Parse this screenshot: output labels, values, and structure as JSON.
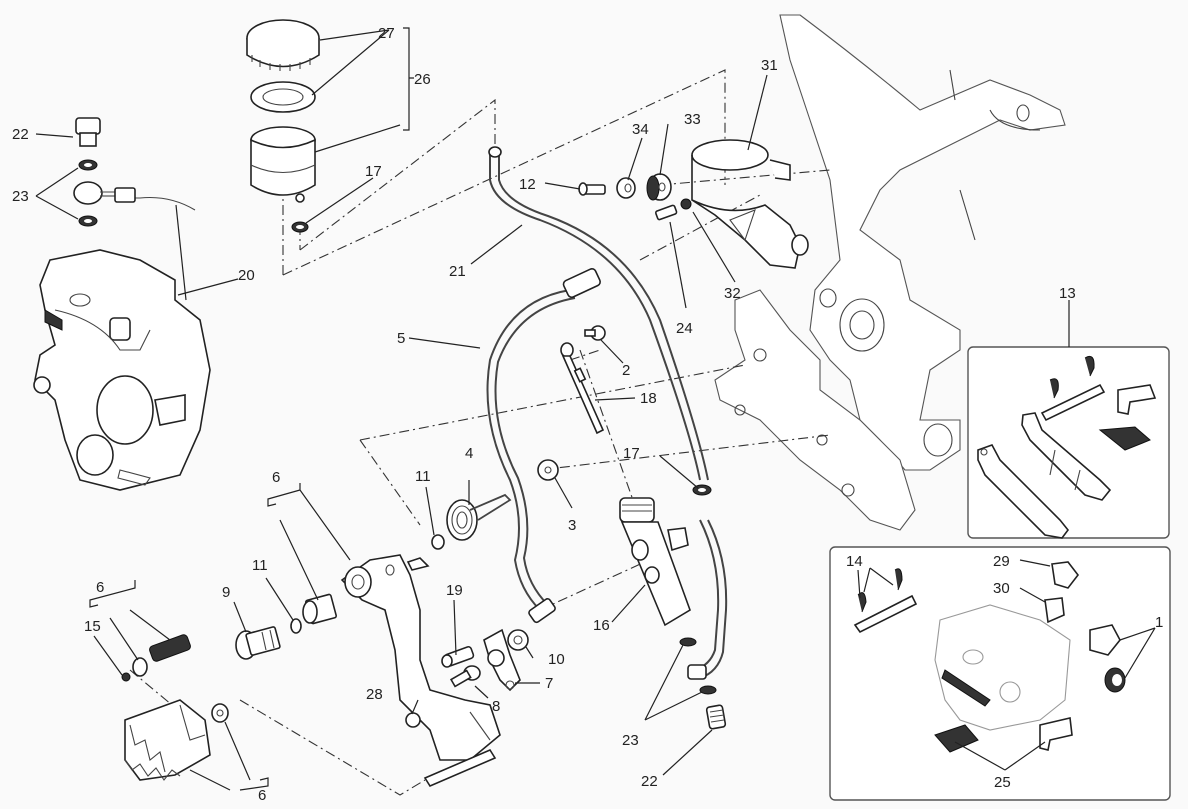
{
  "diagram": {
    "type": "exploded-parts-view",
    "callouts": [
      {
        "id": "c1",
        "number": "1"
      },
      {
        "id": "c2",
        "number": "2"
      },
      {
        "id": "c3",
        "number": "3"
      },
      {
        "id": "c4",
        "number": "4"
      },
      {
        "id": "c5",
        "number": "5"
      },
      {
        "id": "c6a",
        "number": "6"
      },
      {
        "id": "c6b",
        "number": "6"
      },
      {
        "id": "c6c",
        "number": "6"
      },
      {
        "id": "c7",
        "number": "7"
      },
      {
        "id": "c8",
        "number": "8"
      },
      {
        "id": "c9",
        "number": "9"
      },
      {
        "id": "c10",
        "number": "10"
      },
      {
        "id": "c11a",
        "number": "11"
      },
      {
        "id": "c11b",
        "number": "11"
      },
      {
        "id": "c12",
        "number": "12"
      },
      {
        "id": "c13",
        "number": "13"
      },
      {
        "id": "c14",
        "number": "14"
      },
      {
        "id": "c15",
        "number": "15"
      },
      {
        "id": "c16",
        "number": "16"
      },
      {
        "id": "c17a",
        "number": "17"
      },
      {
        "id": "c17b",
        "number": "17"
      },
      {
        "id": "c18",
        "number": "18"
      },
      {
        "id": "c19",
        "number": "19"
      },
      {
        "id": "c20",
        "number": "20"
      },
      {
        "id": "c21",
        "number": "21"
      },
      {
        "id": "c22a",
        "number": "22"
      },
      {
        "id": "c22b",
        "number": "22"
      },
      {
        "id": "c23a",
        "number": "23"
      },
      {
        "id": "c23b",
        "number": "23"
      },
      {
        "id": "c24",
        "number": "24"
      },
      {
        "id": "c25",
        "number": "25"
      },
      {
        "id": "c26",
        "number": "26"
      },
      {
        "id": "c27",
        "number": "27"
      },
      {
        "id": "c28",
        "number": "28"
      },
      {
        "id": "c29",
        "number": "29"
      },
      {
        "id": "c30",
        "number": "30"
      },
      {
        "id": "c31",
        "number": "31"
      },
      {
        "id": "c32",
        "number": "32"
      },
      {
        "id": "c33",
        "number": "33"
      },
      {
        "id": "c34",
        "number": "34"
      }
    ]
  }
}
